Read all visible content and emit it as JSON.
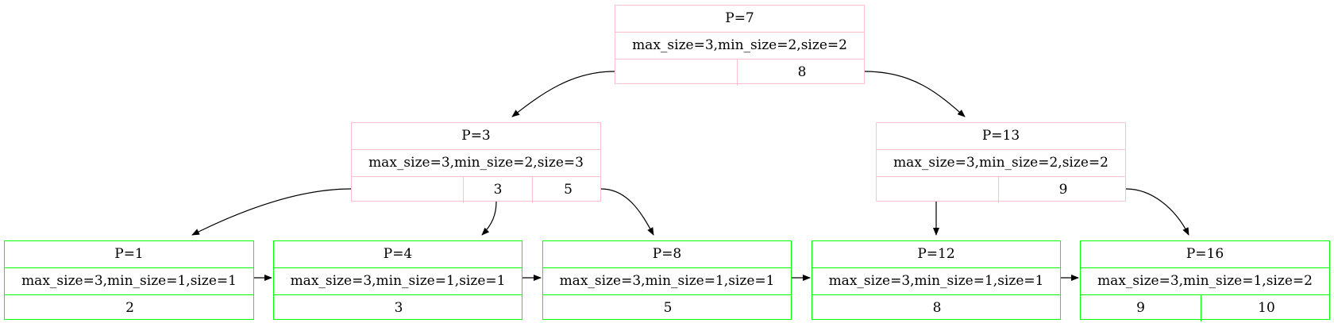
{
  "colors": {
    "internal_border": "#ffc0cb",
    "leaf_border": "#00ff00",
    "edge": "#000000"
  },
  "nodes": [
    {
      "id": "P7",
      "kind": "internal",
      "title": "P=7",
      "info": "max_size=3,min_size=2,size=2",
      "keys": [
        "",
        "8"
      ]
    },
    {
      "id": "P3",
      "kind": "internal",
      "title": "P=3",
      "info": "max_size=3,min_size=2,size=3",
      "keys": [
        "",
        "3",
        "5"
      ]
    },
    {
      "id": "P13",
      "kind": "internal",
      "title": "P=13",
      "info": "max_size=3,min_size=2,size=2",
      "keys": [
        "",
        "9"
      ]
    },
    {
      "id": "P1",
      "kind": "leaf",
      "title": "P=1",
      "info": "max_size=3,min_size=1,size=1",
      "keys": [
        "2"
      ]
    },
    {
      "id": "P4",
      "kind": "leaf",
      "title": "P=4",
      "info": "max_size=3,min_size=1,size=1",
      "keys": [
        "3"
      ]
    },
    {
      "id": "P8",
      "kind": "leaf",
      "title": "P=8",
      "info": "max_size=3,min_size=1,size=1",
      "keys": [
        "5"
      ]
    },
    {
      "id": "P12",
      "kind": "leaf",
      "title": "P=12",
      "info": "max_size=3,min_size=1,size=1",
      "keys": [
        "8"
      ]
    },
    {
      "id": "P16",
      "kind": "leaf",
      "title": "P=16",
      "info": "max_size=3,min_size=1,size=2",
      "keys": [
        "9",
        "10"
      ]
    }
  ],
  "child_edges": [
    {
      "from": "P7",
      "to": "P3"
    },
    {
      "from": "P7",
      "to": "P13"
    },
    {
      "from": "P3",
      "to": "P1"
    },
    {
      "from": "P3",
      "to": "P4"
    },
    {
      "from": "P3",
      "to": "P8"
    },
    {
      "from": "P13",
      "to": "P12"
    },
    {
      "from": "P13",
      "to": "P16"
    }
  ],
  "leaf_links": [
    {
      "from": "P1",
      "to": "P4"
    },
    {
      "from": "P4",
      "to": "P8"
    },
    {
      "from": "P8",
      "to": "P12"
    },
    {
      "from": "P12",
      "to": "P16"
    }
  ]
}
